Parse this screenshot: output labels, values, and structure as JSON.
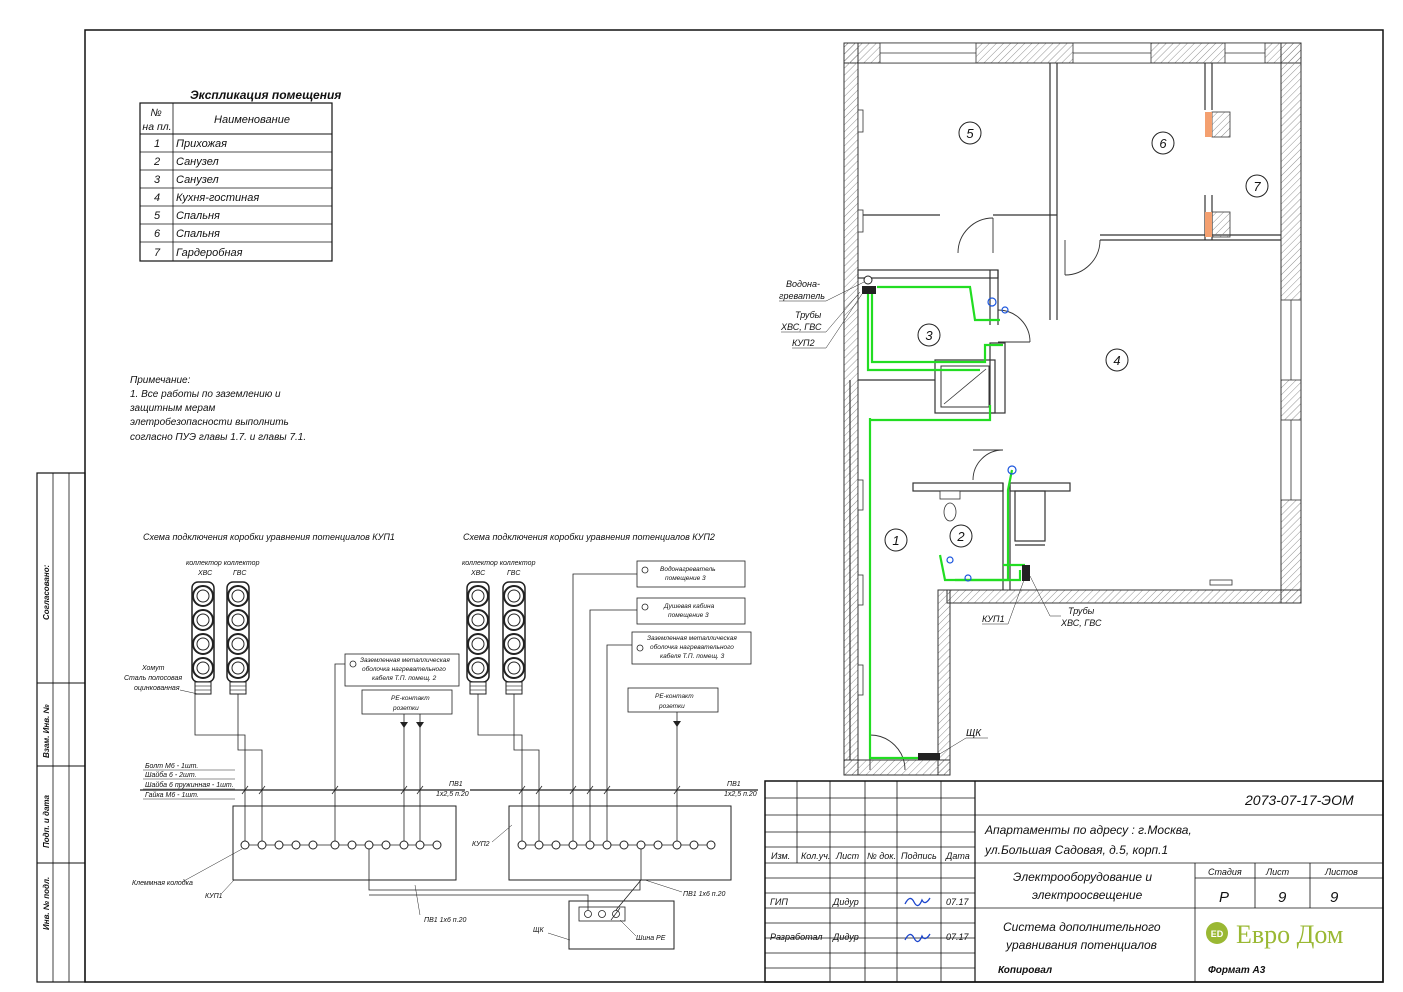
{
  "explication": {
    "title": "Экспликация помещения",
    "col_no_1": "№",
    "col_no_2": "на пл.",
    "col_name": "Наименование",
    "rows": [
      {
        "no": "1",
        "name": "Прихожая"
      },
      {
        "no": "2",
        "name": "Санузел"
      },
      {
        "no": "3",
        "name": "Санузел"
      },
      {
        "no": "4",
        "name": "Кухня-гостиная"
      },
      {
        "no": "5",
        "name": "Спальня"
      },
      {
        "no": "6",
        "name": "Спальня"
      },
      {
        "no": "7",
        "name": "Гардеробная"
      }
    ]
  },
  "note": {
    "lines": [
      "Примечание:",
      "1. Все работы по заземлению и",
      "защитным мерам",
      "элетробезопасности выполнить",
      "согласно ПУЭ главы 1.7. и главы 7.1."
    ]
  },
  "side_stamp": {
    "labels": [
      "Согласовано:",
      "Взам. Инв. №",
      "Подп. и дата",
      "Инв. № подл."
    ]
  },
  "scheme1": {
    "title": "Схема подключения коробки уравнения потенциалов КУП1",
    "collector_line1": "коллектор коллектор",
    "hvs": "ХВС",
    "gvs": "ГВС",
    "clamp": [
      "Хомут",
      "Сталь полосовая",
      "оцинкованная"
    ],
    "hardware": [
      "Болт М6 - 1шт.",
      "Шайба 6 - 2шт.",
      "Шайба 6 пружинная - 1шт.",
      "Гайка М6 - 1шт."
    ],
    "box_heating": [
      "Заземленная металлическая",
      "оболочка нагревательного",
      "кабеля Т.П. помещ. 2"
    ],
    "pe_box": [
      "PE-контакт",
      "розетки"
    ],
    "wire": [
      "ПВ1",
      "1х2,5 п.20"
    ],
    "terminal": "Клеммная колодка",
    "kup": "КУП1",
    "wire6": "ПВ1 1х6 п.20"
  },
  "scheme2": {
    "title": "Схема подключения коробки уравнения потенциалов КУП2",
    "collector_line1": "коллектор коллектор",
    "hvs": "ХВС",
    "gvs": "ГВС",
    "box_water": [
      "Водонагреватель",
      "помещение 3"
    ],
    "box_shower": [
      "Душевая кабина",
      "помещение 3"
    ],
    "box_heating": [
      "Заземленная металлическая",
      "оболочка нагревательного",
      "кабеля Т.П. помещ. 3"
    ],
    "pe_box": [
      "PE-контакт",
      "розетки"
    ],
    "wire": [
      "ПВ1",
      "1х2,5 п.20"
    ],
    "kup": "КУП2",
    "wire6": "ПВ1 1х6 п.20",
    "shk": "ЩК",
    "pe_bus": "Шина PE"
  },
  "plan": {
    "rooms": [
      "1",
      "2",
      "3",
      "4",
      "5",
      "6",
      "7"
    ],
    "water_heater": [
      "Водона-",
      "греватель"
    ],
    "pipes_top": [
      "Трубы",
      "ХВС, ГВС"
    ],
    "kup2": "КУП2",
    "kup1": "КУП1",
    "pipes_bottom": [
      "Трубы",
      "ХВС, ГВС"
    ],
    "shk": "ЩК",
    "wire_color": "#22dd22"
  },
  "title_block": {
    "code": "2073-07-17-ЭОМ",
    "address_1": "Апартаменты по адресу : г.Москва,",
    "address_2": "ул.Большая Садовая, д.5, корп.1",
    "headers": [
      "Изм.",
      "Кол.уч.",
      "Лист",
      "№ док.",
      "Подпись",
      "Дата"
    ],
    "section_1": "Электрооборудование и",
    "section_2": "электроосвещение",
    "stage_label": "Стадия",
    "sheet_label": "Лист",
    "sheets_label": "Листов",
    "stage": "Р",
    "sheet": "9",
    "sheets": "9",
    "gip_role": "ГИП",
    "gip_name": "Дидур",
    "gip_date": "07.17",
    "dev_role": "Разработал",
    "dev_name": "Дидур",
    "dev_date": "07.17",
    "drawing_1": "Система дополнительного",
    "drawing_2": "уравнивания потенциалов",
    "logo": "Евро Дом",
    "logo_mark": "ED",
    "copied": "Копировал",
    "format": "Формат А3"
  }
}
